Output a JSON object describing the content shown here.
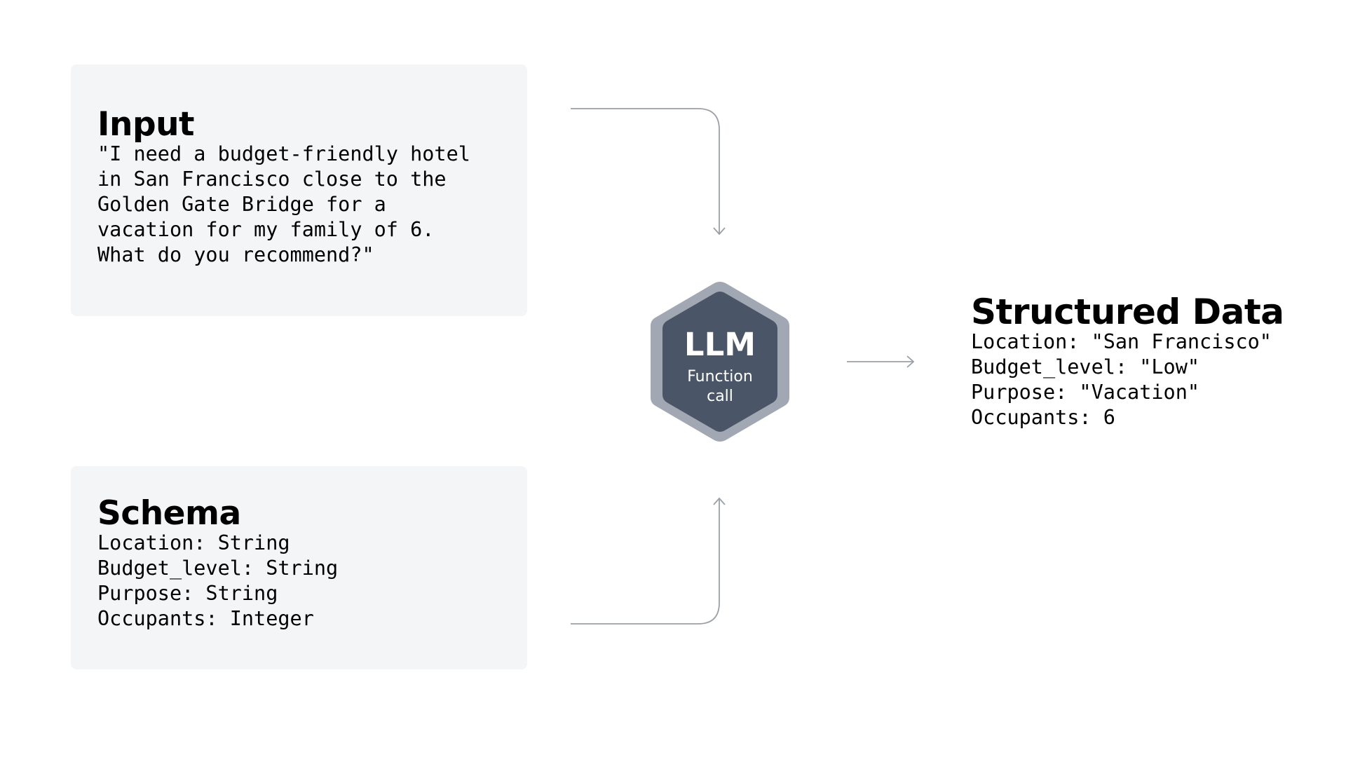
{
  "input": {
    "title": "Input",
    "lines": [
      "\"I need a budget-friendly hotel",
      "in San Francisco close to the",
      "Golden Gate Bridge for a",
      "vacation for my family of 6.",
      "What do you recommend?\""
    ]
  },
  "schema": {
    "title": "Schema",
    "lines": [
      "Location: String",
      "Budget_level: String",
      "Purpose: String",
      "Occupants: Integer"
    ]
  },
  "llm": {
    "title": "LLM",
    "subtitle_lines": [
      "Function",
      "call"
    ]
  },
  "output": {
    "title": "Structured Data",
    "lines": [
      "Location: \"San Francisco\"",
      "Budget_level: \"Low\"",
      "Purpose: \"Vacation\"",
      "Occupants: 6"
    ]
  },
  "colors": {
    "card_bg": "#f4f5f7",
    "hex_outer": "#a1a7b3",
    "hex_inner": "#4a5568",
    "connector": "#9aa0a6"
  }
}
